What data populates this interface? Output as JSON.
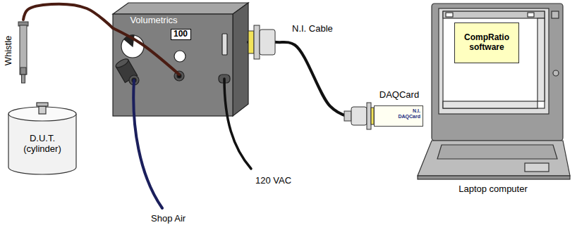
{
  "diagram": {
    "nodes": [
      {
        "text": [
          "Whistle"
        ]
      },
      {
        "text": [
          "D.U.T. (cylinder)"
        ]
      },
      {
        "text": [
          "Volumetrics"
        ]
      },
      {
        "text": [
          "100"
        ],
        "in": 2
      },
      {
        "text": [
          "DAQCard",
          "N.I. DAQCard"
        ]
      },
      {
        "text": [
          "Laptop computer"
        ]
      },
      {
        "text": [
          "CompRatio software"
        ],
        "in": 5
      }
    ],
    "edges": [
      {
        "from": 0,
        "to": 2,
        "arrow": "none"
      },
      {
        "from": 2,
        "to": 4,
        "label": "N.I. Cable",
        "arrow": "none"
      }
    ],
    "labels": [
      "120 VAC",
      "Shop Air"
    ]
  }
}
